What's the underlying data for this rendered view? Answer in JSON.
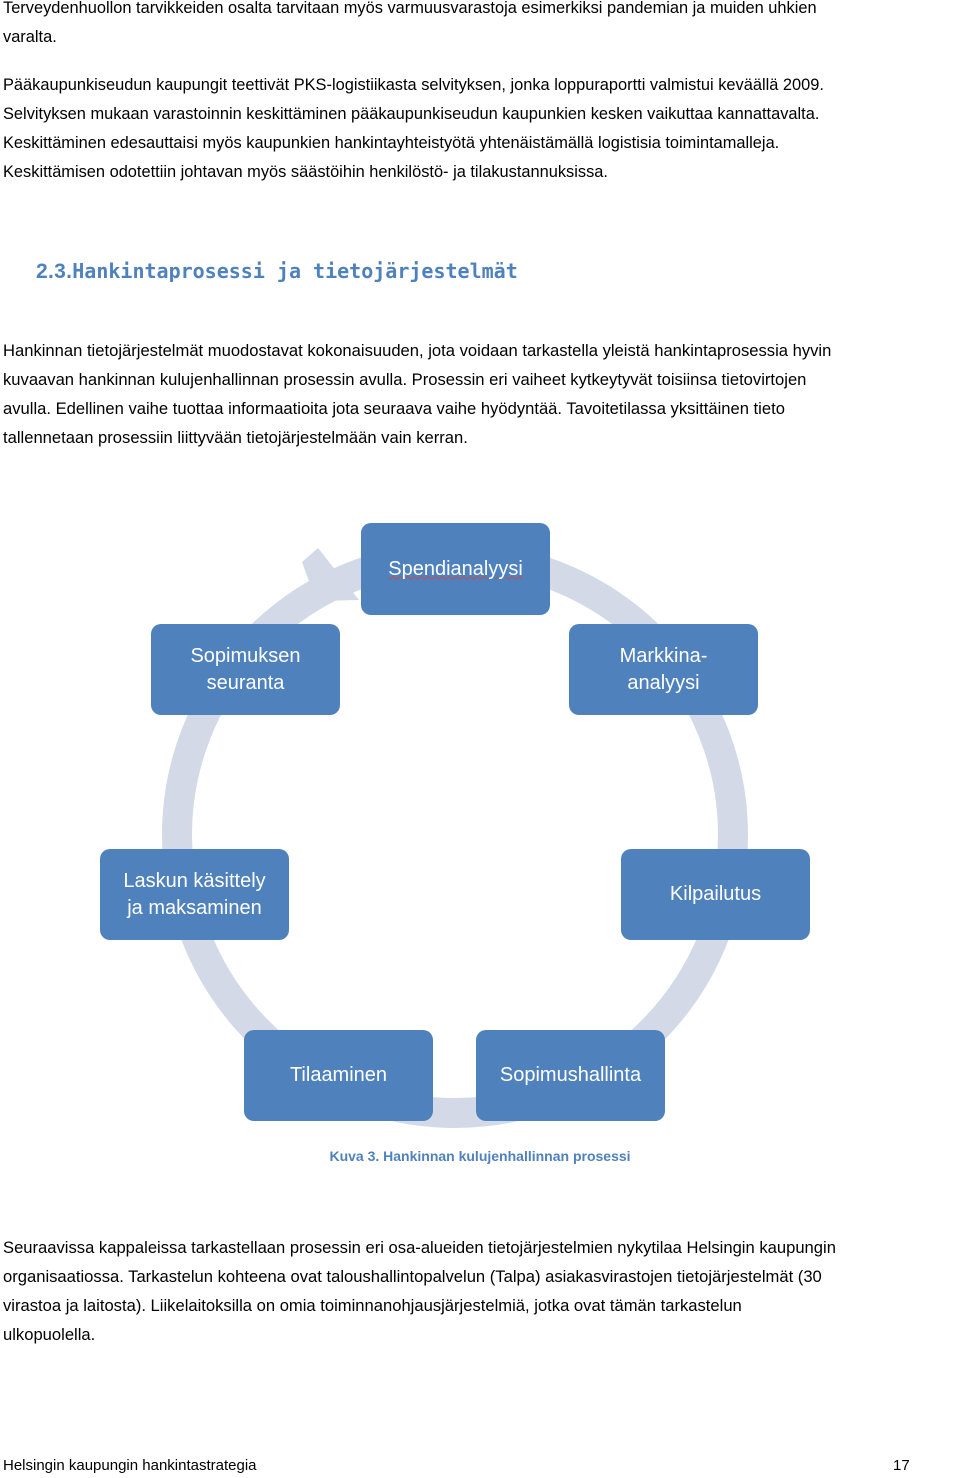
{
  "top_paragraph": {
    "lines": [
      "Terveydenhuollon tarvikkeiden osalta tarvitaan myös varmuusvarastoja esimerkiksi pandemian ja muiden uhkien",
      "varalta."
    ]
  },
  "second_paragraph": {
    "lines": [
      "Pääkaupunkiseudun kaupungit teettivät PKS-logistiikasta selvityksen, jonka loppuraportti valmistui keväällä 2009.",
      "Selvityksen mukaan varastoinnin keskittäminen pääkaupunkiseudun kaupunkien kesken vaikuttaa kannattavalta.",
      "Keskittäminen edesauttaisi myös kaupunkien hankintayhteistyötä yhtenäistämällä logistisia toimintamalleja.",
      "Keskittämisen odotettiin johtavan myös säästöihin henkilöstö- ja tilakustannuksissa."
    ]
  },
  "section": {
    "number": "2.3.",
    "title": "Hankintaprosessi ja tietojärjestelmät"
  },
  "section_paragraph": {
    "lines": [
      "Hankinnan tietojärjestelmät muodostavat kokonaisuuden, jota voidaan tarkastella yleistä hankintaprosessia hyvin",
      "kuvaavan hankinnan kulujenhallinnan prosessin avulla. Prosessin eri vaiheet kytkeytyvät toisiinsa tietovirtojen",
      "avulla. Edellinen vaihe tuottaa informaatioita jota seuraava vaihe hyödyntää. Tavoitetilassa yksittäinen tieto",
      "tallennetaan prosessiin liittyvään tietojärjestelmään vain kerran."
    ]
  },
  "diagram": {
    "fill_color": "#4f81bd",
    "ring_color": "#d3d9e7",
    "nodes": [
      {
        "label": "Spendianalyysi"
      },
      {
        "label": "Markkina-\nanalyysi"
      },
      {
        "label": "Kilpailutus"
      },
      {
        "label": "Sopimushallinta"
      },
      {
        "label": "Tilaaminen"
      },
      {
        "label": "Laskun käsittely\nja maksaminen"
      },
      {
        "label": "Sopimuksen\nseuranta"
      }
    ],
    "caption": "Kuva 3. Hankinnan kulujenhallinnan prosessi"
  },
  "closing_paragraph": {
    "lines": [
      "Seuraavissa kappaleissa tarkastellaan prosessin eri osa-alueiden tietojärjestelmien nykytilaa Helsingin kaupungin",
      "organisaatiossa. Tarkastelun kohteena ovat taloushallintopalvelun (Talpa) asiakasvirastojen tietojärjestelmät (30",
      "virastoa ja laitosta). Liikelaitoksilla on omia toiminnanohjausjärjestelmiä, jotka ovat tämän tarkastelun",
      "ulkopuolella."
    ]
  },
  "footer": {
    "title": "Helsingin kaupungin hankintastrategia",
    "page_number": "17"
  }
}
